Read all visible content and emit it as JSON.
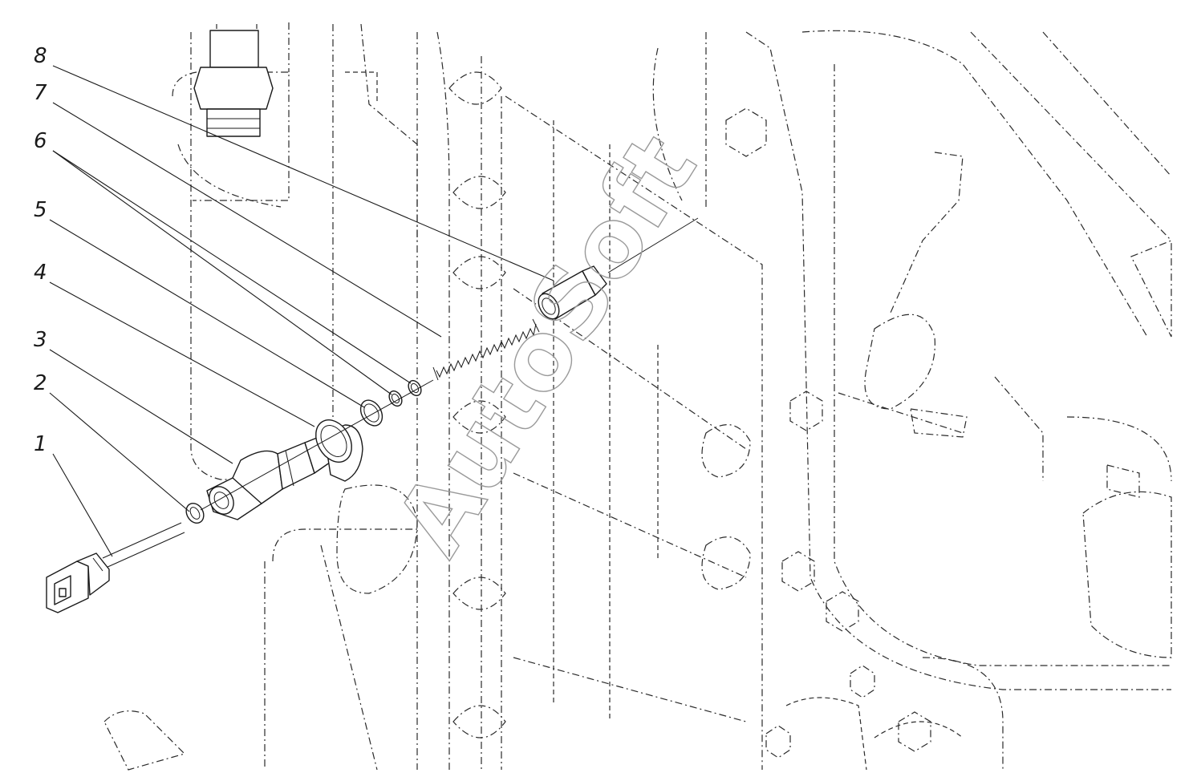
{
  "watermark": "AutoSoft",
  "callouts": [
    {
      "label": "1"
    },
    {
      "label": "2"
    },
    {
      "label": "3"
    },
    {
      "label": "4"
    },
    {
      "label": "5"
    },
    {
      "label": "6"
    },
    {
      "label": "7"
    },
    {
      "label": "8"
    }
  ]
}
